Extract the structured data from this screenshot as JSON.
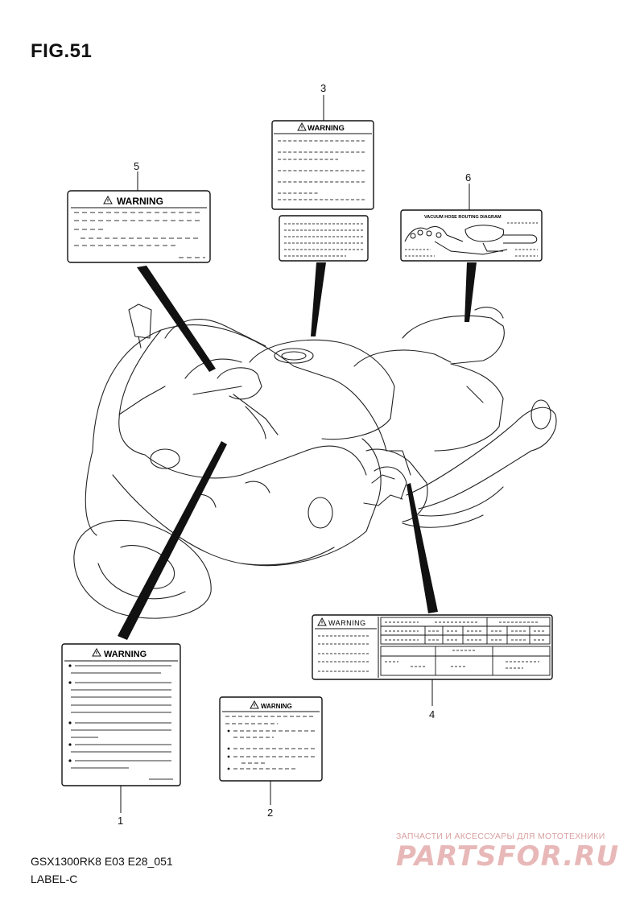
{
  "figure": {
    "title": "FIG.51",
    "model_code": "GSX1300RK8 E03 E28_051",
    "section_name": "LABEL-C"
  },
  "labels": {
    "warning_text": "WARNING",
    "vacuum_title": "VACUUM HOSE ROUTING DIAGRAM"
  },
  "callouts": [
    "1",
    "2",
    "3",
    "4",
    "5",
    "6"
  ],
  "watermark": {
    "tagline": "ЗАПЧАСТИ И АКСЕССУАРЫ ДЛЯ МОТОТЕХНИКИ",
    "logo": "PARTSFOR.RU"
  }
}
